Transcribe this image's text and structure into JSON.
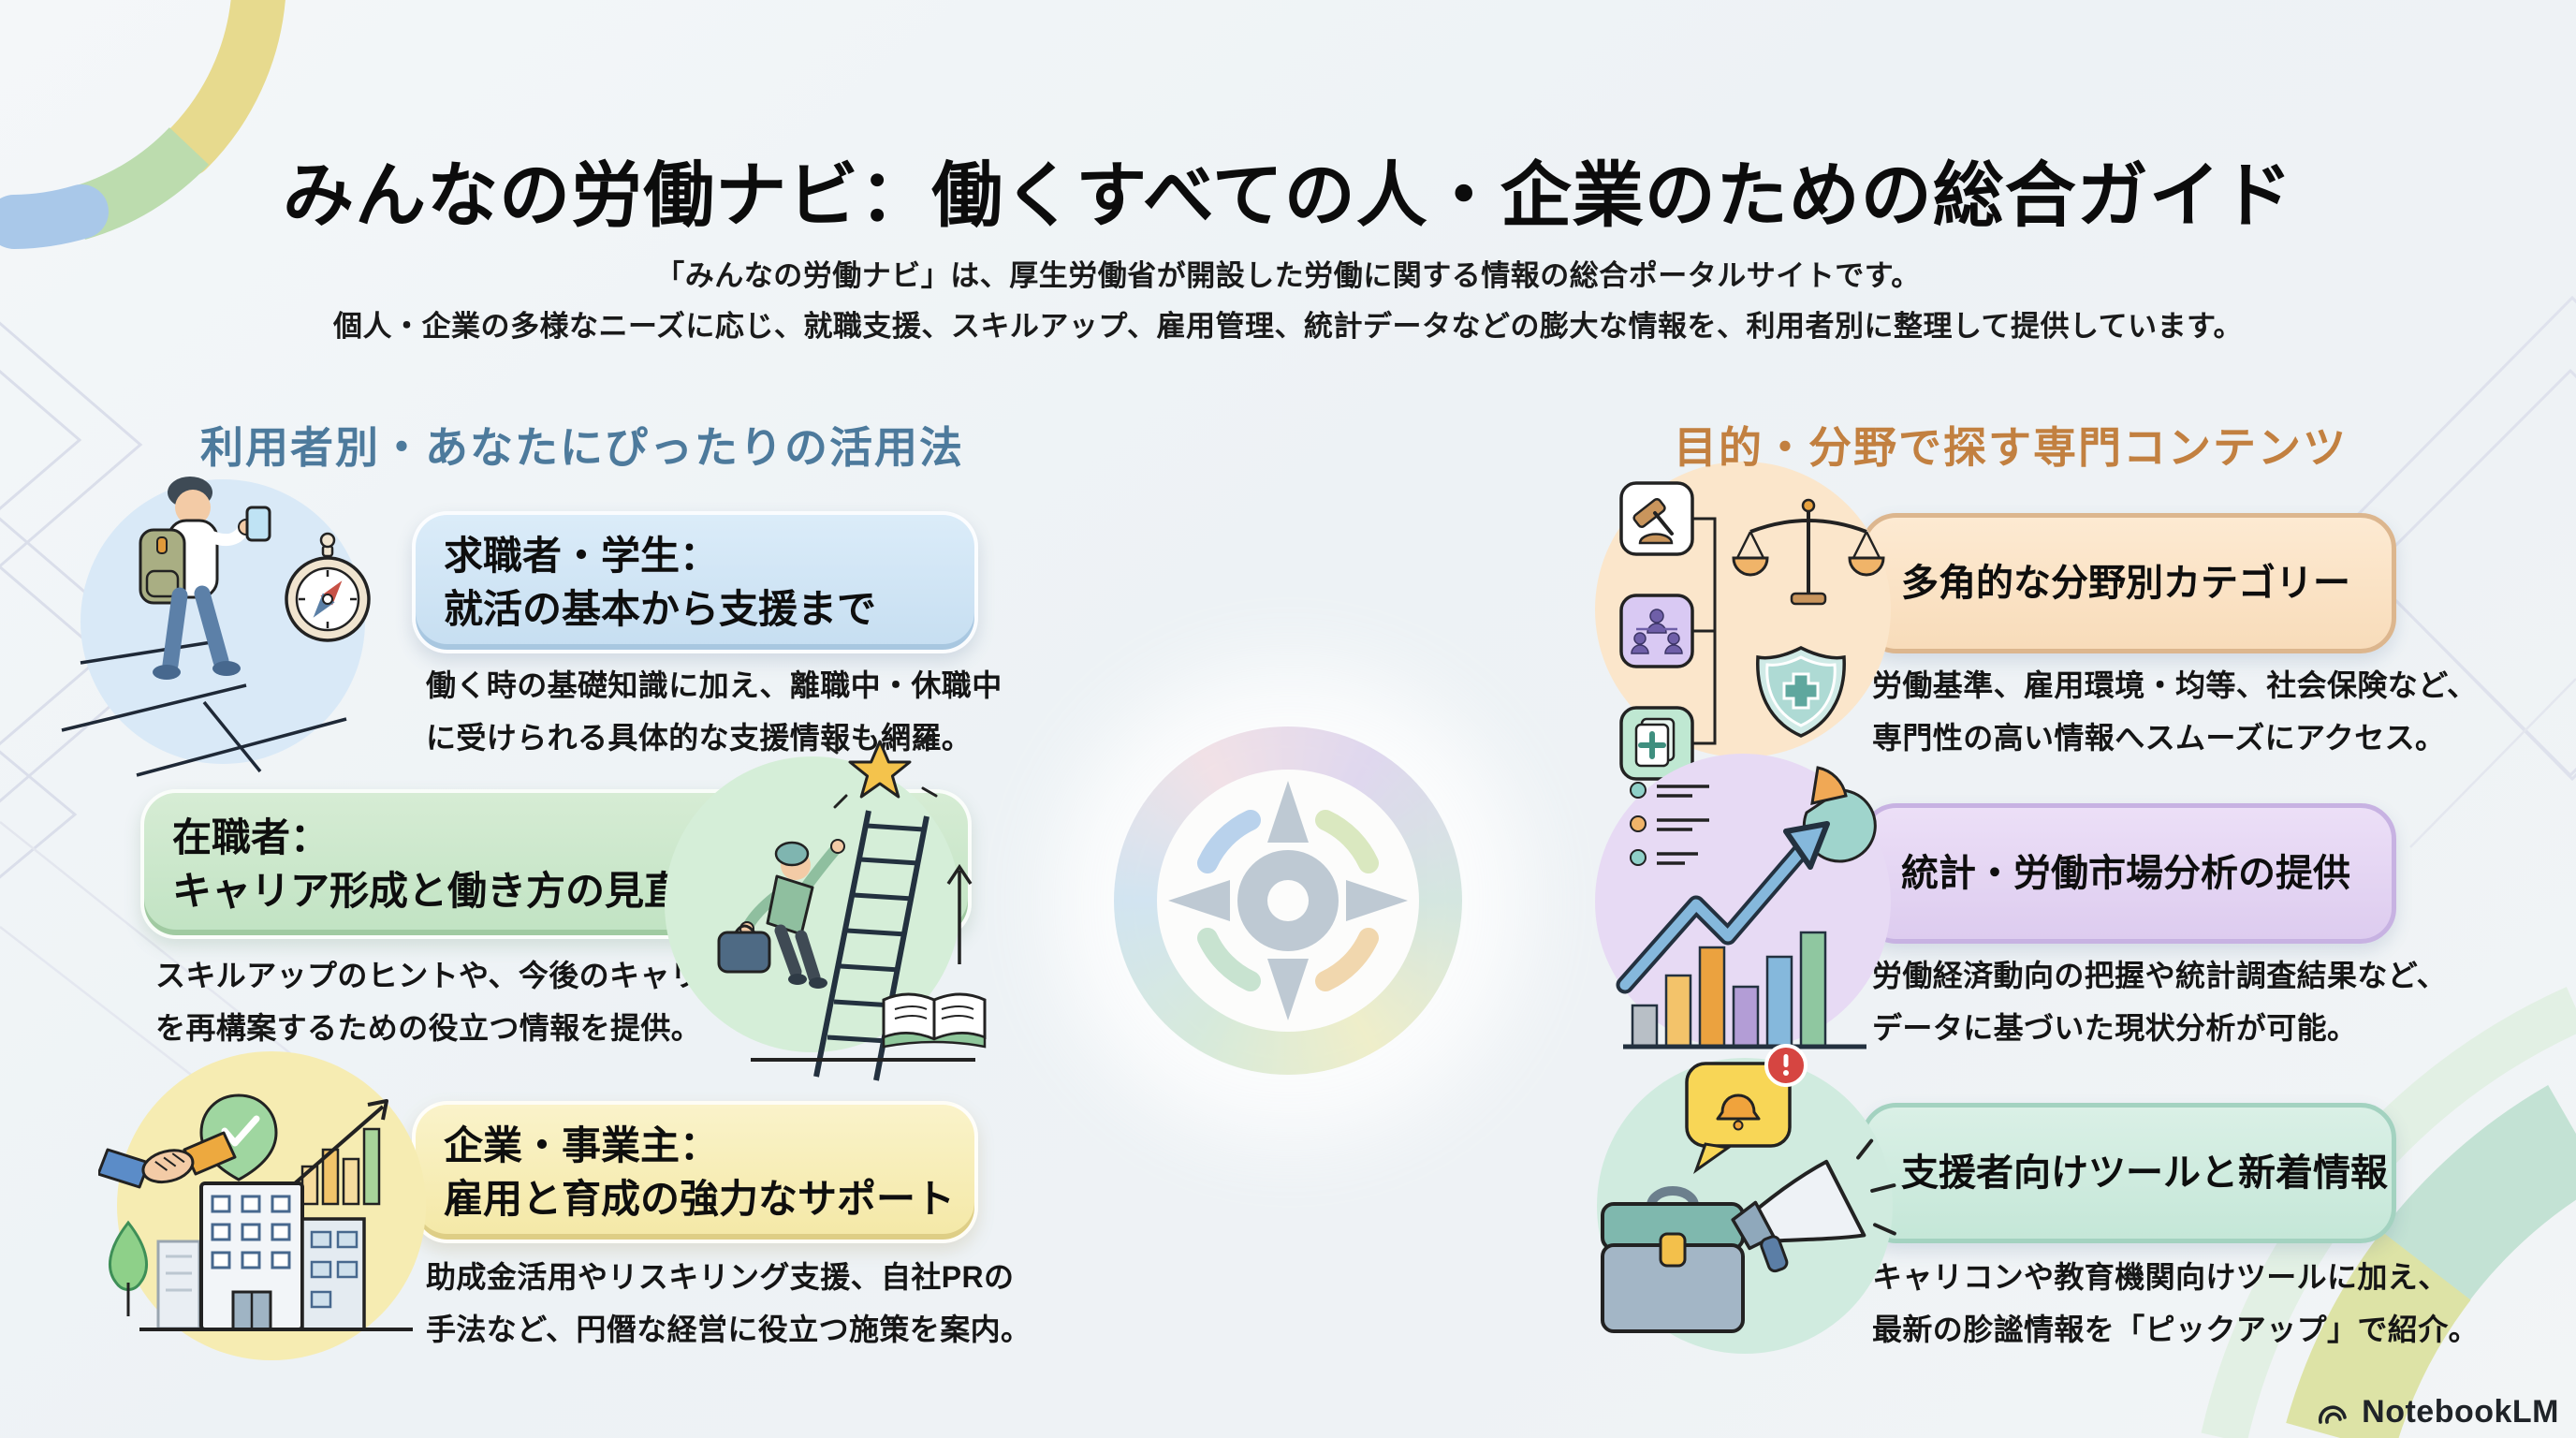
{
  "page": {
    "title": "みんなの労働ナビ：働くすべての人・企業のための総合ガイド",
    "subtitle_line1": "「みんなの労働ナビ」は、厚生労働省が開設した労働に関する情報の総合ポータルサイトです。",
    "subtitle_line2": "個人・企業の多様なニーズに応じ、就職支援、スキルアップ、雇用管理、統計データなどの膨大な情報を、利用者別に整理して提供しています。",
    "footer_brand": "NotebookLM",
    "background_color": "#eef2f5",
    "title_color": "#0c0c0c"
  },
  "left_section": {
    "heading": "利用者別・あなたにぴったりの活用法",
    "heading_color": "#4d7a9c",
    "cards": [
      {
        "id": "job-seekers-students",
        "accent": "#cfe3f4",
        "title_line1": "求職者・学生：",
        "title_line2": "就活の基本から支援まで",
        "body_line1": "働く時の基礎知識に加え、離職中・休職中",
        "body_line2": "に受けられる具体的な支援情報も網羅。",
        "icon": "walking-job-seeker-with-compass"
      },
      {
        "id": "current-workers",
        "accent": "#cde9cf",
        "title_line1": "在職者：",
        "title_line2": "キャリア形成と働き方の見直し",
        "body_line1": "スキルアップのヒントや、今後のキャリア",
        "body_line2": "を再構案するための役立つ情報を提供。",
        "icon": "ladder-climber-reaching-star"
      },
      {
        "id": "employers",
        "accent": "#f8f0bd",
        "title_line1": "企業・事業主：",
        "title_line2": "雇用と育成の強力なサポート",
        "body_line1": "助成金活用やリスキリング支援、自社PRの",
        "body_line2": "手法など、円僭な経営に役立つ施策を案内。",
        "icon": "handshake-buildings-growth-chart"
      }
    ]
  },
  "right_section": {
    "heading": "目的・分野で探す専門コンテンツ",
    "heading_color": "#c28040",
    "cards": [
      {
        "id": "field-categories",
        "accent": "#fbe4c8",
        "title": "多角的な分野別カテゴリー",
        "body_line1": "労働基準、雇用環境・均等、社会保険など、",
        "body_line2": "専門性の高い情報へスムーズにアクセス。",
        "icon": "gavel-scales-shield-categories"
      },
      {
        "id": "statistics-analysis",
        "accent": "#e6d8f3",
        "title": "統計・労働市場分析の提供",
        "body_line1": "労働経済動向の把握や統計調査結果など、",
        "body_line2": "データに基づいた現状分析が可能。",
        "icon": "statistics-charts-trend"
      },
      {
        "id": "supporter-tools",
        "accent": "#cfeade",
        "title": "支援者向けツールと新着情報",
        "body_line1": "キャリコンや教育機関向けツールに加え、",
        "body_line2": "最新の胗謐情報を「ピックアップ」で紹介。",
        "icon": "briefcase-megaphone-notification"
      }
    ]
  },
  "center_emblem": {
    "name": "compass-rose",
    "ring_colors": [
      "#b9d6ea",
      "#ecd2da",
      "#cfc2e6",
      "#bcd9ce",
      "#e8e6ac",
      "#c2e0c6"
    ],
    "needle_color": "#9aabba"
  }
}
